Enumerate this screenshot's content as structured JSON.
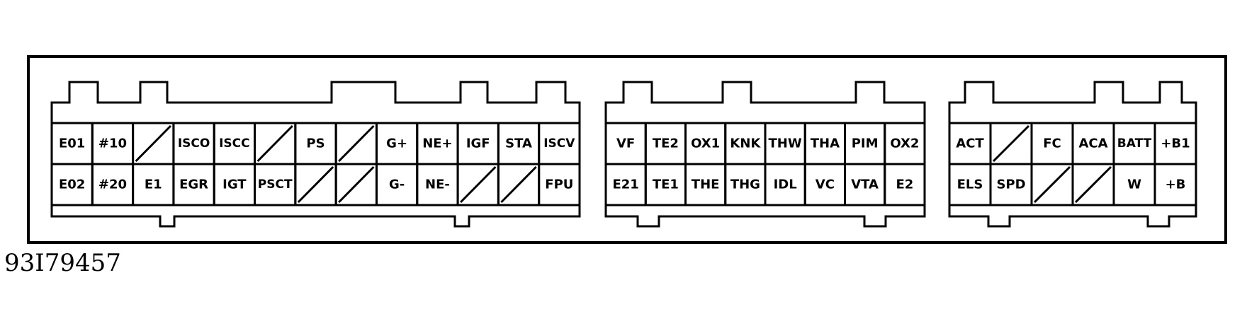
{
  "figure_id": "93I79457",
  "connectors": [
    {
      "name": "left",
      "top_row": [
        "E01",
        "#10",
        "",
        "ISCO",
        "ISCC",
        "",
        "PS",
        "",
        "G+",
        "NE+",
        "IGF",
        "STA",
        "ISCV"
      ],
      "bottom_row": [
        "E02",
        "#20",
        "E1",
        "EGR",
        "IGT",
        "PSCT",
        "",
        "",
        "G-",
        "NE-",
        "",
        "",
        "FPU"
      ]
    },
    {
      "name": "middle",
      "top_row": [
        "VF",
        "TE2",
        "OX1",
        "KNK",
        "THW",
        "THA",
        "PIM",
        "OX2"
      ],
      "bottom_row": [
        "E21",
        "TE1",
        "THE",
        "THG",
        "IDL",
        "VC",
        "VTA",
        "E2"
      ]
    },
    {
      "name": "right",
      "top_row": [
        "ACT",
        "",
        "FC",
        "ACA",
        "BATT",
        "+B1"
      ],
      "bottom_row": [
        "ELS",
        "SPD",
        "",
        "",
        "W",
        "+B"
      ]
    }
  ]
}
